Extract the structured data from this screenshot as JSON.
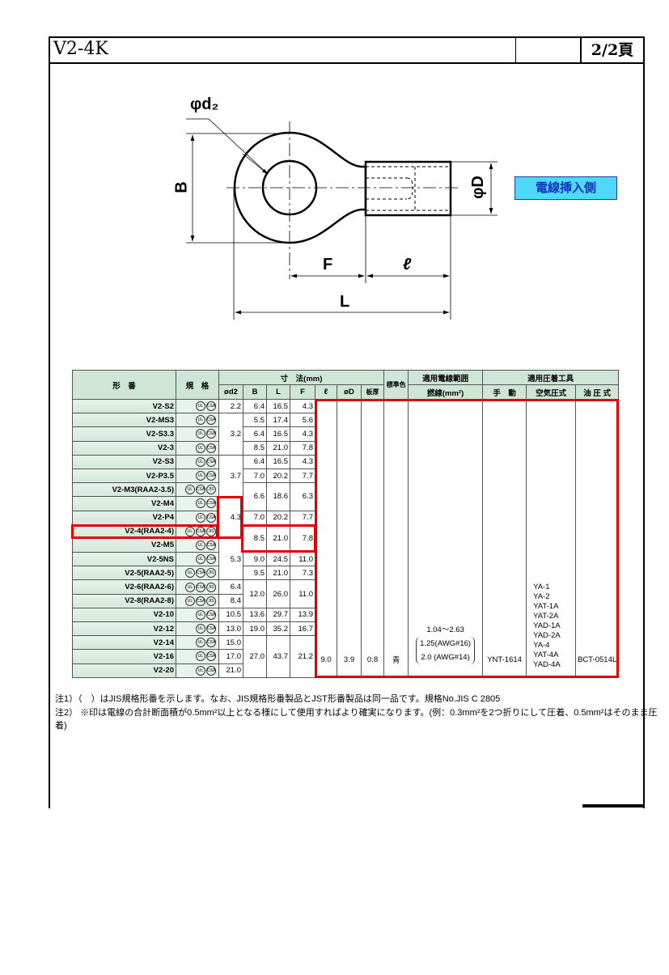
{
  "header": {
    "title": "V2-4K",
    "page": "2/2頁"
  },
  "drawing": {
    "labels": {
      "d2": "φd₂",
      "B": "B",
      "F": "F",
      "ell": "ℓ",
      "L": "L",
      "D": "φD"
    },
    "insert_side": "電線挿入側"
  },
  "table": {
    "head": {
      "model": "形　番",
      "standard": "規　格",
      "dims": "寸　法(mm)",
      "d2": "ød2",
      "B": "B",
      "L": "L",
      "F": "F",
      "ell": "ℓ",
      "D": "øD",
      "thickness": "板厚",
      "color": "標準色",
      "wire_range": "適用電線範囲",
      "stranded": "撚線(mm²)",
      "tools": "適用圧着工具",
      "manual": "手　動",
      "pneumatic": "空気圧式",
      "hydraulic": "油 圧 式"
    },
    "rows": [
      {
        "name": "V2-S2",
        "std": [
          "UL",
          "CSA"
        ]
      },
      {
        "name": "V2-MS3",
        "std": [
          "UL",
          "CSA"
        ]
      },
      {
        "name": "V2-S3.3",
        "std": [
          "UL",
          "CSA"
        ]
      },
      {
        "name": "V2-3",
        "std": [
          "UL",
          "CSA"
        ]
      },
      {
        "name": "V2-S3",
        "std": [
          "UL",
          "CSA"
        ]
      },
      {
        "name": "V2-P3.5",
        "std": [
          "UL",
          "CSA"
        ]
      },
      {
        "name": "V2-M3(RAA2-3.5)",
        "std": [
          "UL",
          "CSA",
          "JIS"
        ]
      },
      {
        "name": "V2-M4",
        "std": [
          "UL",
          "CSA"
        ]
      },
      {
        "name": "V2-P4",
        "std": [
          "UL",
          "CSA"
        ]
      },
      {
        "name": "V2-4(RAA2-4)",
        "std": [
          "UL",
          "CSA",
          "JIS"
        ]
      },
      {
        "name": "V2-M5",
        "std": [
          "UL",
          "CSA"
        ]
      },
      {
        "name": "V2-5NS",
        "std": [
          "UL",
          "CSA"
        ]
      },
      {
        "name": "V2-5(RAA2-5)",
        "std": [
          "UL",
          "CSA",
          "JIS"
        ]
      },
      {
        "name": "V2-6(RAA2-6)",
        "std": [
          "UL",
          "CSA",
          "JIS"
        ]
      },
      {
        "name": "V2-8(RAA2-8)",
        "std": [
          "UL",
          "CSA",
          "JIS"
        ]
      },
      {
        "name": "V2-10",
        "std": [
          "UL",
          "CSA"
        ]
      },
      {
        "name": "V2-12",
        "std": [
          "UL",
          "CSA"
        ]
      },
      {
        "name": "V2-14",
        "std": [
          "UL",
          "CSA"
        ]
      },
      {
        "name": "V2-16",
        "std": [
          "UL",
          "CSA"
        ]
      },
      {
        "name": "V2-20",
        "std": [
          "UL",
          "CSA"
        ]
      }
    ],
    "d2_groups": [
      {
        "start": 0,
        "rows": 1,
        "value": "2.2"
      },
      {
        "start": 1,
        "rows": 3,
        "value": "3.2"
      },
      {
        "start": 4,
        "rows": 3,
        "value": "3.7"
      },
      {
        "start": 7,
        "rows": 3,
        "value": "4.3"
      },
      {
        "start": 10,
        "rows": 3,
        "value": "5.3"
      },
      {
        "start": 13,
        "rows": 1,
        "value": "6.4"
      },
      {
        "start": 14,
        "rows": 1,
        "value": "8.4"
      },
      {
        "start": 15,
        "rows": 1,
        "value": "10.5"
      },
      {
        "start": 16,
        "rows": 1,
        "value": "13.0"
      },
      {
        "start": 17,
        "rows": 1,
        "value": "15.0"
      },
      {
        "start": 18,
        "rows": 1,
        "value": "17.0"
      },
      {
        "start": 19,
        "rows": 1,
        "value": "21.0"
      }
    ],
    "blf_groups": [
      {
        "start": 0,
        "rows": 1,
        "B": "6.4",
        "L": "16.5",
        "F": "4.3"
      },
      {
        "start": 1,
        "rows": 1,
        "B": "5.5",
        "L": "17.4",
        "F": "5.6"
      },
      {
        "start": 2,
        "rows": 1,
        "B": "6.4",
        "L": "16.5",
        "F": "4.3"
      },
      {
        "start": 3,
        "rows": 1,
        "B": "8.5",
        "L": "21.0",
        "F": "7.8"
      },
      {
        "start": 4,
        "rows": 1,
        "B": "6.4",
        "L": "16.5",
        "F": "4.3"
      },
      {
        "start": 5,
        "rows": 1,
        "B": "7.0",
        "L": "20.2",
        "F": "7.7"
      },
      {
        "start": 6,
        "rows": 2,
        "B": "6.6",
        "L": "18.6",
        "F": "6.3"
      },
      {
        "start": 8,
        "rows": 1,
        "B": "7.0",
        "L": "20.2",
        "F": "7.7"
      },
      {
        "start": 9,
        "rows": 2,
        "B": "8.5",
        "L": "21.0",
        "F": "7.8"
      },
      {
        "start": 11,
        "rows": 1,
        "B": "9.0",
        "L": "24.5",
        "F": "11.0"
      },
      {
        "start": 12,
        "rows": 1,
        "B": "9.5",
        "L": "21.0",
        "F": "7.3"
      },
      {
        "start": 13,
        "rows": 2,
        "B": "12.0",
        "L": "26.0",
        "F": "11.0"
      },
      {
        "start": 15,
        "rows": 1,
        "B": "13.6",
        "L": "29.7",
        "F": "13.9"
      },
      {
        "start": 16,
        "rows": 1,
        "B": "19.0",
        "L": "35.2",
        "F": "16.7"
      },
      {
        "start": 17,
        "rows": 3,
        "B": "27.0",
        "L": "43.7",
        "F": "21.2"
      }
    ],
    "shared": {
      "ell": "9.0",
      "D": "3.9",
      "thickness": "0.8",
      "color": "青",
      "wire": [
        "1.04～2.63",
        "1.25(AWG#16)",
        "2.0 (AWG#14)"
      ],
      "manual": "YNT-1614",
      "pneumatic": [
        "YA-1",
        "YA-2",
        "YAT-1A",
        "YAT-2A",
        "YAD-1A",
        "YAD-2A",
        "YA-4",
        "YAT-4A",
        "YAD-4A"
      ],
      "hydraulic": "BCT-0514L"
    }
  },
  "notes": [
    "注1）（　）はJIS規格形番を示します。なお、JIS規格形番製品とJST形番製品は同一品です。規格No.JIS C 2805",
    "注2）  ※印は電線の合計断面積が0.5mm²以上となる様にして使用すればより確実になります。(例：0.3mm²を2つ折りにして圧着、0.5mm²はそのまま圧着)"
  ],
  "colors": {
    "highlight": "#e00000",
    "header_bg": "#cfe5d6",
    "label_bg": "#4fd9f7"
  }
}
